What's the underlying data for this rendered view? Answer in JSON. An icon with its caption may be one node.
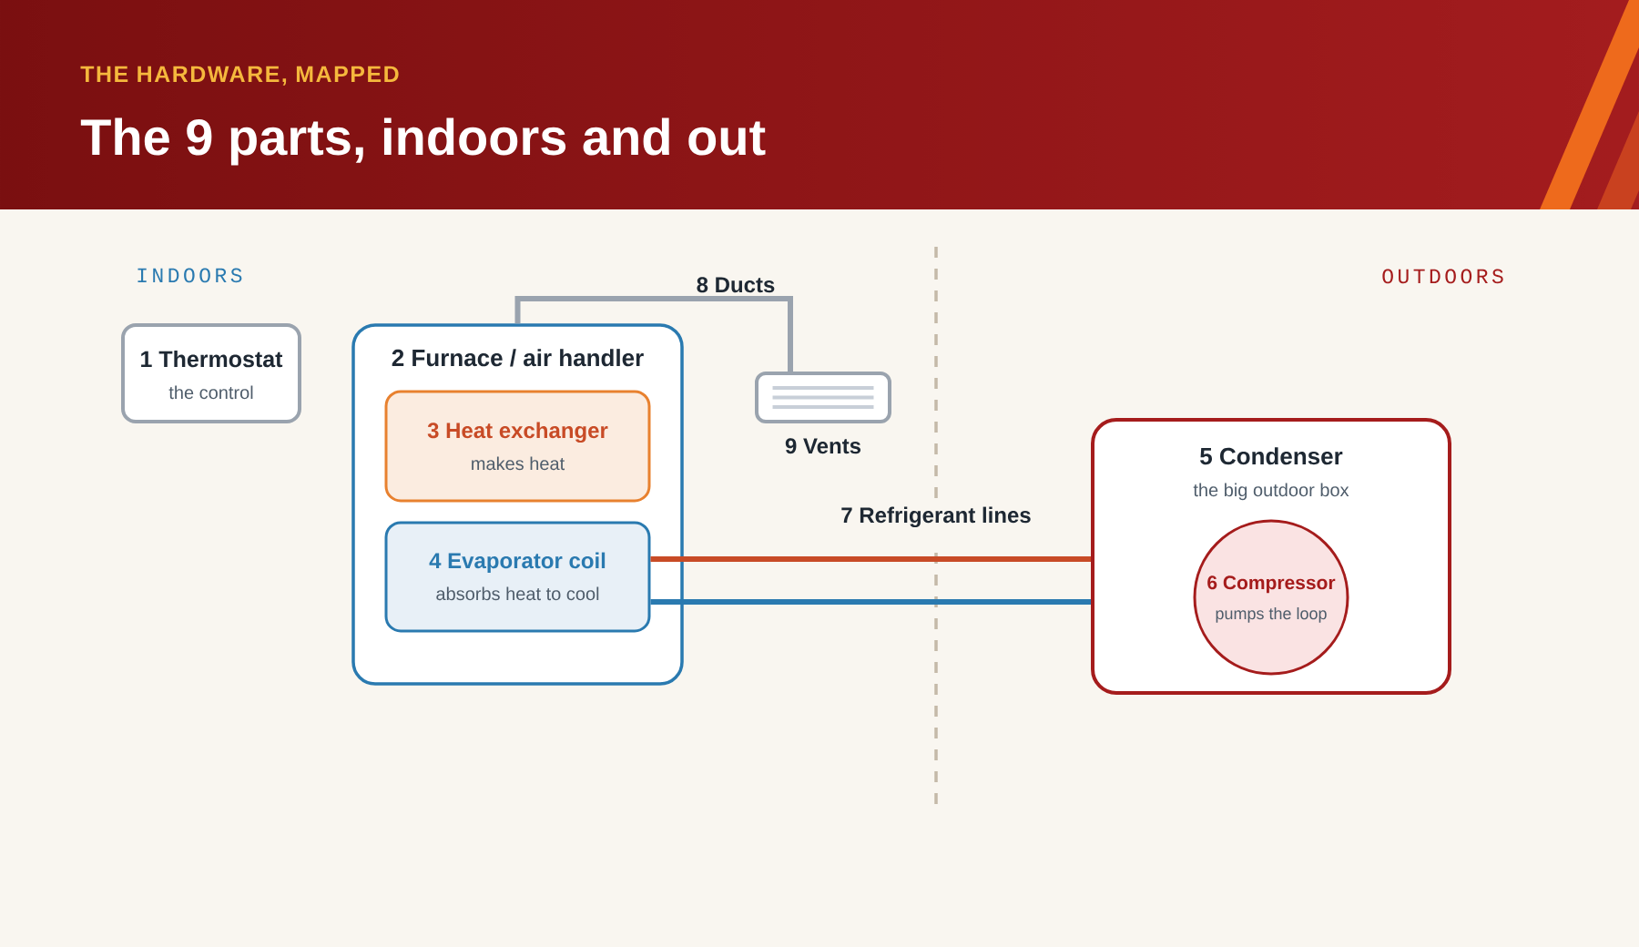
{
  "diagram": {
    "title": "The 9 parts, indoors and out",
    "nodes": [
      {
        "text": [
          "1 Thermostat",
          "the control"
        ]
      },
      {
        "text": [
          "2 Furnace / air handler"
        ]
      },
      {
        "text": [
          "3 Heat exchanger",
          "makes heat"
        ],
        "in": 1
      },
      {
        "text": [
          "4 Evaporator coil",
          "absorbs heat to cool"
        ],
        "in": 1
      },
      {
        "text": [
          "9 Vents"
        ]
      },
      {
        "text": [
          "5 Condenser",
          "the big outdoor box"
        ]
      },
      {
        "text": [
          "6 Compressor",
          "pumps the loop"
        ],
        "in": 5
      }
    ],
    "edges": [
      {
        "from": 1,
        "to": 4,
        "arrow": "none",
        "label": "8 Ducts",
        "color": "#9aa3ae"
      },
      {
        "from": 3,
        "to": 5,
        "arrow": "none",
        "label": "7 Refrigerant lines",
        "color": "#c84b26"
      },
      {
        "from": 3,
        "to": 5,
        "arrow": "none",
        "color": "#2a7ab0"
      }
    ],
    "labels": [
      "THE HARDWARE, MAPPED",
      "INDOORS",
      "OUTDOORS"
    ]
  }
}
